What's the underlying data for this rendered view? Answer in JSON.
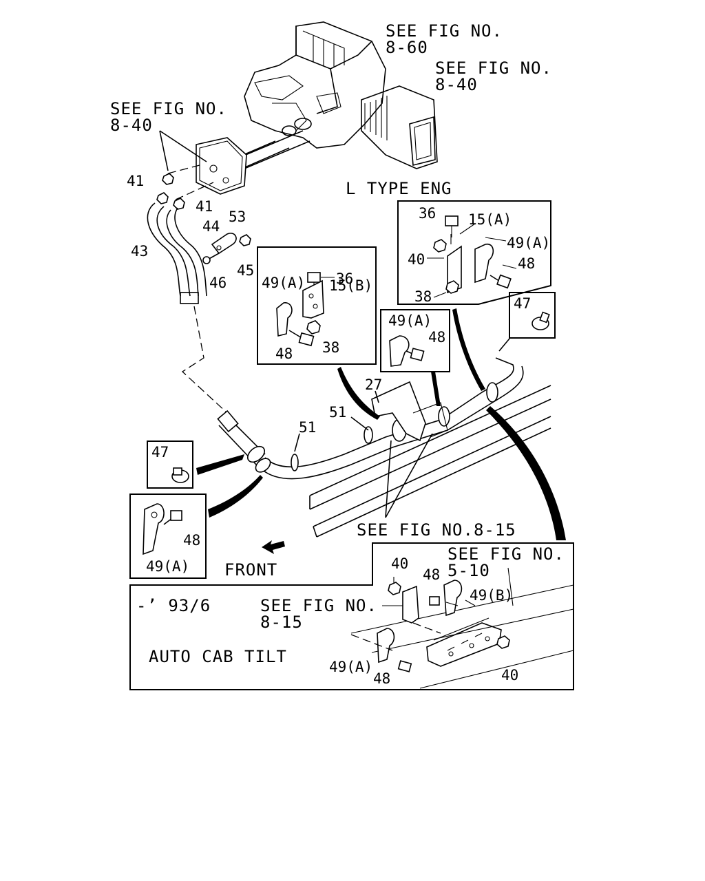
{
  "references": {
    "fig_8_60": "SEE FIG NO.\n8-60",
    "fig_8_40_right": "SEE FIG NO.\n8-40",
    "fig_8_40_left": "SEE FIG NO.\n8-40",
    "fig_8_15_center": "SEE FIG NO.8-15",
    "fig_5_10": "SEE FIG NO.\n5-10",
    "fig_8_15_inset": "SEE FIG NO.\n8-15"
  },
  "labels": {
    "l_type_eng": "L TYPE ENG",
    "front": "FRONT",
    "date_code": "-’ 93/6",
    "auto_cab_tilt": "AUTO CAB TILT"
  },
  "parts": {
    "p15A": "15(A)",
    "p15B": "15(B)",
    "p27": "27",
    "p36": "36",
    "p38": "38",
    "p40": "40",
    "p41": "41",
    "p43": "43",
    "p44": "44",
    "p45": "45",
    "p46": "46",
    "p47": "47",
    "p48": "48",
    "p49A": "49(A)",
    "p49B": "49(B)",
    "p51": "51",
    "p53": "53"
  }
}
